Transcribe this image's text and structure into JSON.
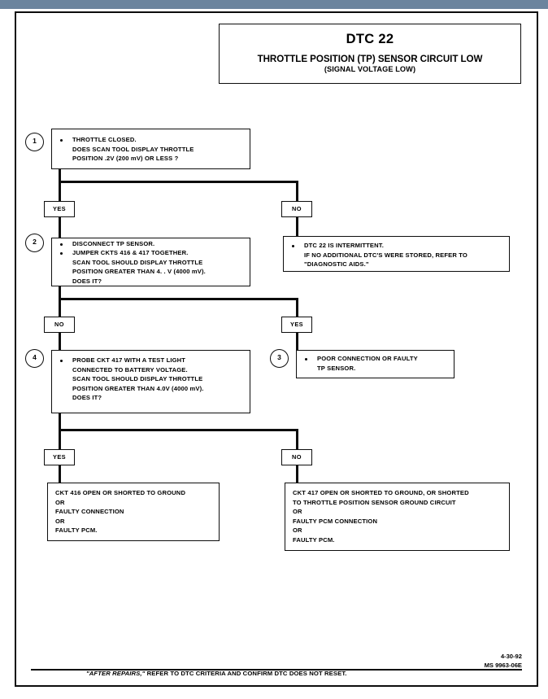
{
  "document": {
    "title": "DTC 22",
    "subtitle": "THROTTLE POSITION (TP) SENSOR CIRCUIT LOW",
    "subtitle2": "(SIGNAL VOLTAGE LOW)",
    "footer_note_quoted": "\"AFTER REPAIRS,\"",
    "footer_note_rest": " REFER TO DTC CRITERIA  AND CONFIRM DTC DOES NOT RESET.",
    "footer_date": "4-30-92",
    "footer_code": "MS 9963-06E"
  },
  "steps": {
    "step1": {
      "number": "1",
      "text": "THROTTLE CLOSED.\nDOES  SCAN TOOL DISPLAY THROTTLE\nPOSITION  .2V (200 mV) OR LESS ?"
    },
    "step2": {
      "number": "2",
      "text_line1": "DISCONNECT TP SENSOR.",
      "text_line2": "JUMPER CKTS 416 & 417 TOGETHER.\nSCAN TOOL SHOULD DISPLAY THROTTLE\nPOSITION GREATER THAN  4. . V (4000 mV).\nDOES IT?"
    },
    "intermittent": {
      "text": "DTC 22 IS INTERMITTENT.\nIF NO ADDITIONAL DTC'S WERE STORED, REFER  TO\n\"DIAGNOSTIC AIDS.\""
    },
    "step4": {
      "number": "4",
      "text": "PROBE CKT 417 WITH A TEST LIGHT\nCONNECTED TO BATTERY VOLTAGE.\nSCAN TOOL SHOULD DISPLAY THROTTLE\nPOSITION GREATER THAN 4.0V (4000 mV).\nDOES IT?"
    },
    "step3": {
      "number": "3",
      "text": "POOR CONNECTION OR FAULTY\nTP SENSOR."
    },
    "result_left": {
      "text": "CKT 416 OPEN OR SHORTED TO GROUND\nOR\nFAULTY CONNECTION\nOR\nFAULTY PCM."
    },
    "result_right": {
      "text": "CKT 417 OPEN OR SHORTED TO GROUND, OR SHORTED\nTO THROTTLE POSITION SENSOR GROUND CIRCUIT\nOR\nFAULTY PCM CONNECTION\nOR\nFAULTY PCM."
    }
  },
  "branches": {
    "row1_left": "YES",
    "row1_right": "NO",
    "row2_left": "NO",
    "row2_right": "YES",
    "row3_left": "YES",
    "row3_right": "NO"
  }
}
